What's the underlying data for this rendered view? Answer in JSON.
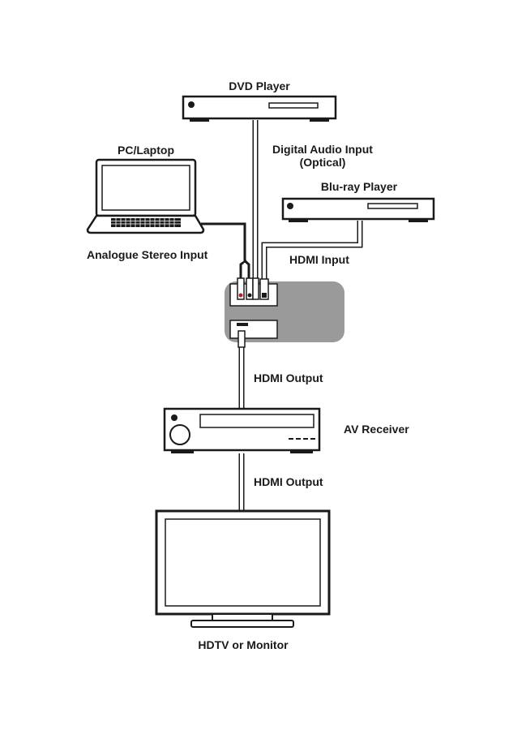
{
  "devices": {
    "dvd": {
      "label": "DVD Player"
    },
    "pc": {
      "label": "PC/Laptop"
    },
    "bluray": {
      "label": "Blu-ray Player"
    },
    "receiver": {
      "label": "AV Receiver"
    },
    "tv": {
      "label": "HDTV or Monitor"
    }
  },
  "connections": {
    "optical": {
      "line1": "Digital Audio Input",
      "line2": "(Optical)"
    },
    "analogue": {
      "label": "Analogue Stereo Input"
    },
    "hdmi_in": {
      "label": "HDMI Input"
    },
    "hdmi_out_1": {
      "label": "HDMI Output"
    },
    "hdmi_out_2": {
      "label": "HDMI Output"
    }
  },
  "colors": {
    "stroke": "#1a1a1a",
    "hub": "#9a9a9a",
    "cable_light": "#ffffff",
    "cable_dark": "#1a1a1a"
  }
}
